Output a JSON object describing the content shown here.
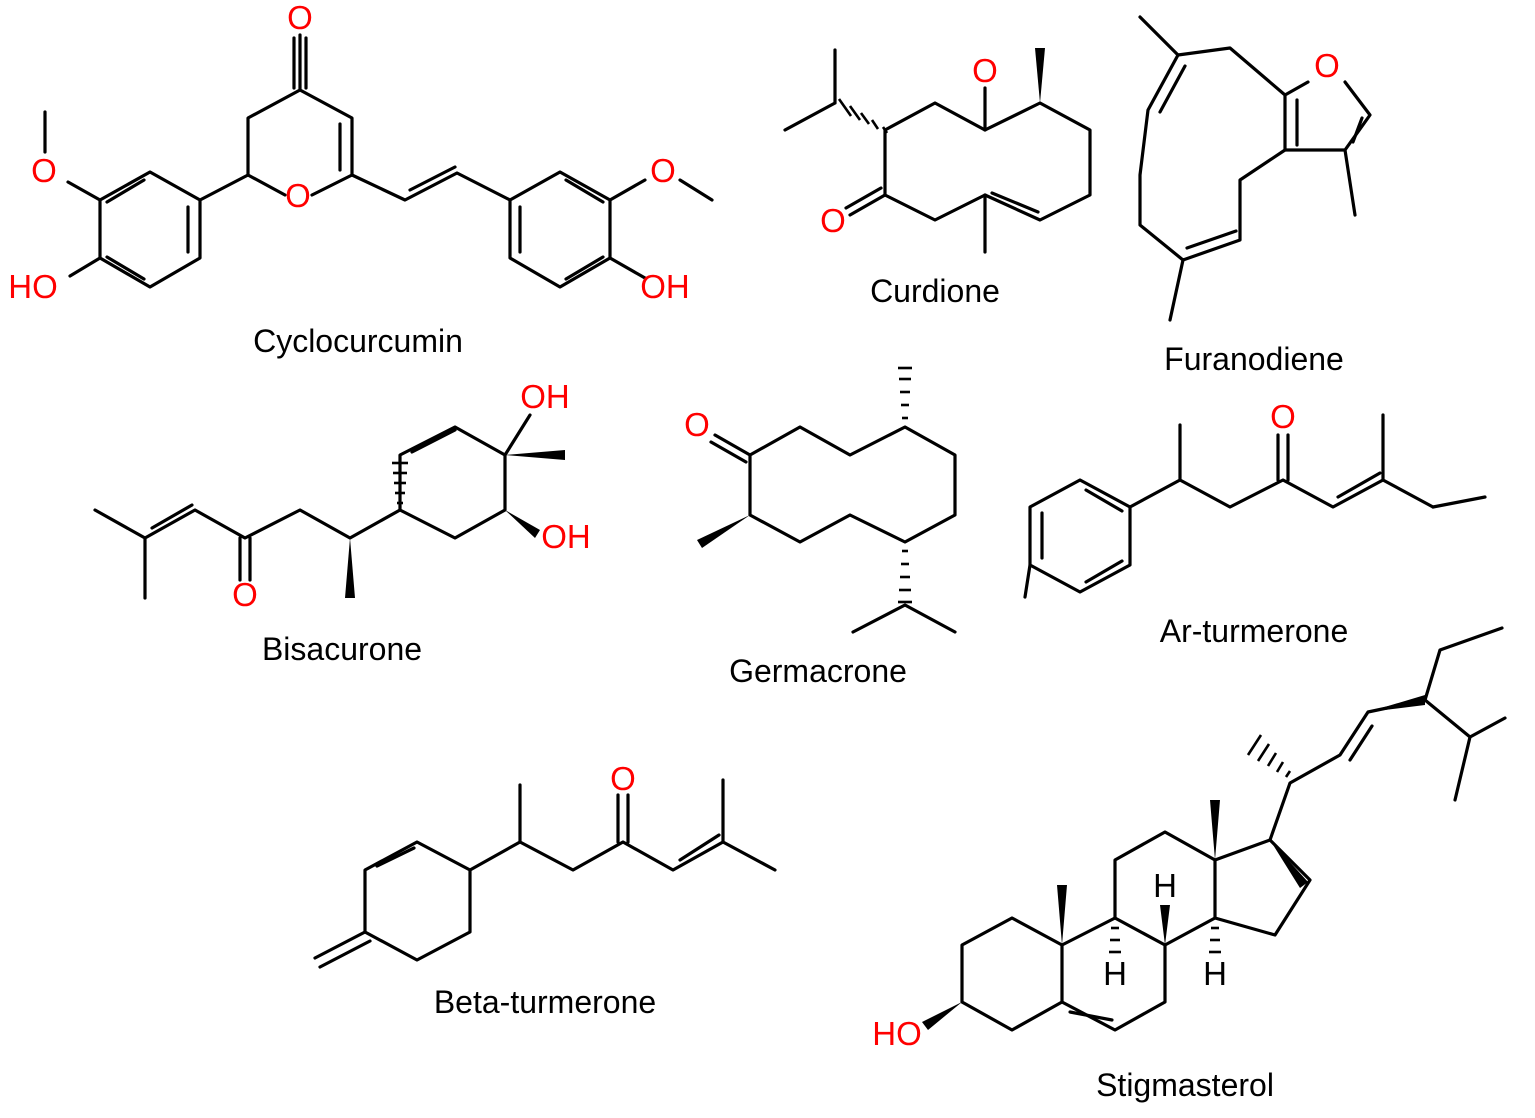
{
  "compounds": [
    {
      "id": "cyclocurcumin",
      "name": "Cyclocurcumin"
    },
    {
      "id": "curdione",
      "name": "Curdione"
    },
    {
      "id": "furanodiene",
      "name": "Furanodiene"
    },
    {
      "id": "bisacurone",
      "name": "Bisacurone"
    },
    {
      "id": "germacrone",
      "name": "Germacrone"
    },
    {
      "id": "ar-turmerone",
      "name": "Ar-turmerone"
    },
    {
      "id": "beta-turmerone",
      "name": "Beta-turmerone"
    },
    {
      "id": "stigmasterol",
      "name": "Stigmasterol"
    }
  ],
  "atom_labels": {
    "O": "O",
    "OH": "OH",
    "HO": "HO",
    "H": "H"
  },
  "colors": {
    "heteroatom": "#ff0000",
    "bond": "#000000",
    "background": "#ffffff"
  }
}
